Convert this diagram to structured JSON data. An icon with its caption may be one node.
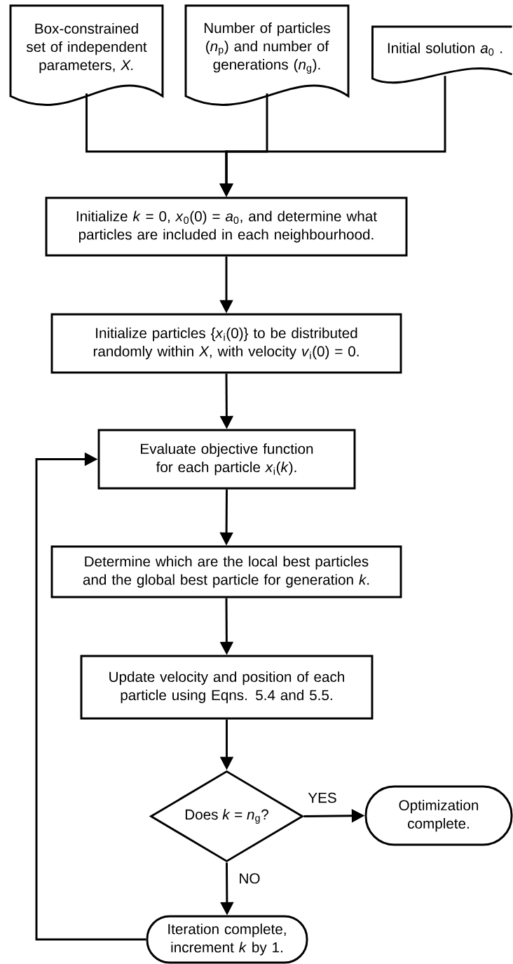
{
  "diagram": {
    "nodes": [
      {
        "text": [
          "Box-constrained set of independent parameters, *X.*"
        ]
      },
      {
        "text": [
          "Number of particles (*n*$_{p}$) and number of generations (*n*$_{g}$)."
        ]
      },
      {
        "text": [
          "Initial solution *a*$_{0}$ ."
        ]
      },
      {
        "text": [
          "Initialize *k* = 0, *x*$_{0}$(0) = *a*$_{0}$, and determine what particles are included in each neighbourhood."
        ]
      },
      {
        "text": [
          "Initialize particles {*x*$_{i}$(0)} to be distributed randomly within *X*, with velocity *v*$_{i}$(0) = 0."
        ]
      },
      {
        "text": [
          "Evaluate objective function for each particle *x*$_{i}$(*k*)."
        ]
      },
      {
        "text": [
          "Determine which are the local best particles and the global best particle for generation *k*."
        ]
      },
      {
        "text": [
          "Update velocity and position of each particle using Eqns. 5.4 and 5.5."
        ]
      },
      {
        "text": [
          "Does *k* = *n*$_{g}$?"
        ]
      },
      {
        "text": [
          "Optimization complete."
        ]
      },
      {
        "text": [
          "Iteration complete, increment *k* by 1."
        ]
      }
    ],
    "edges": [
      {
        "from": 0,
        "to": 3,
        "arrow": "to"
      },
      {
        "from": 1,
        "to": 3,
        "arrow": "to"
      },
      {
        "from": 2,
        "to": 3,
        "arrow": "to"
      },
      {
        "from": 3,
        "to": 4,
        "arrow": "to"
      },
      {
        "from": 4,
        "to": 5,
        "arrow": "to"
      },
      {
        "from": 5,
        "to": 6,
        "arrow": "to"
      },
      {
        "from": 6,
        "to": 7,
        "arrow": "to"
      },
      {
        "from": 7,
        "to": 8,
        "arrow": "to"
      },
      {
        "from": 8,
        "to": 9,
        "arrow": "to",
        "label": "YES"
      },
      {
        "from": 8,
        "to": 10,
        "arrow": "to",
        "label": "NO"
      },
      {
        "from": 10,
        "to": 5,
        "arrow": "to"
      }
    ]
  }
}
